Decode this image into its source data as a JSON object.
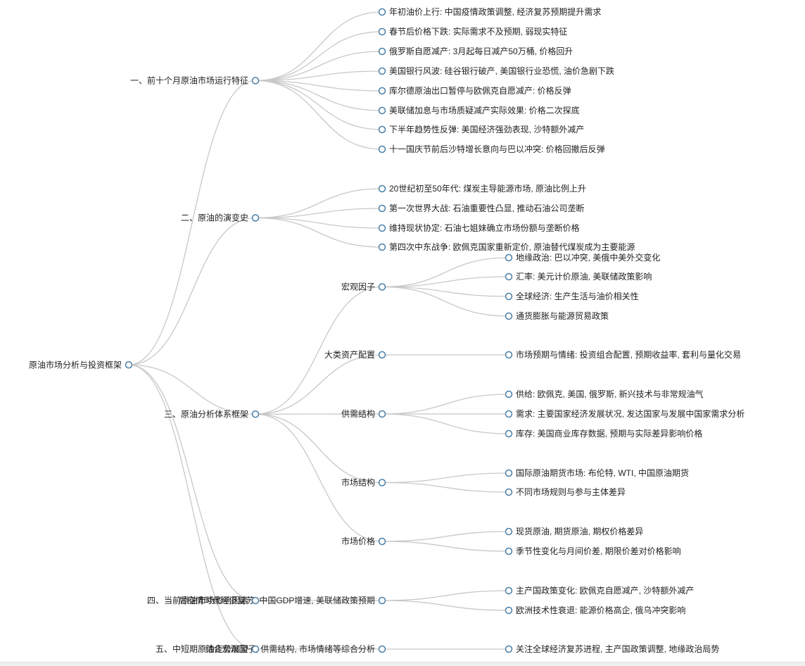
{
  "mindmap": {
    "root": {
      "label": "原油市场分析与投资框架",
      "children": [
        {
          "label": "一、前十个月原油市场运行特征",
          "children": [
            {
              "label": "年初油价上行: 中国疫情政策调整, 经济复苏预期提升需求"
            },
            {
              "label": "春节后价格下跌: 实际需求不及预期, 弱现实特征"
            },
            {
              "label": "俄罗斯自愿减产: 3月起每日减产50万桶, 价格回升"
            },
            {
              "label": "美国银行风波: 硅谷银行破产, 美国银行业恐慌, 油价急剧下跌"
            },
            {
              "label": "库尔德原油出口暂停与欧佩克自愿减产: 价格反弹"
            },
            {
              "label": "美联储加息与市场质疑减产实际效果: 价格二次探底"
            },
            {
              "label": "下半年趋势性反弹: 美国经济强劲表现, 沙特额外减产"
            },
            {
              "label": "十一国庆节前后沙特增长意向与巴以冲突: 价格回撤后反弹"
            }
          ]
        },
        {
          "label": "二、原油的演变史",
          "children": [
            {
              "label": "20世纪初至50年代: 煤炭主导能源市场, 原油比例上升"
            },
            {
              "label": "第一次世界大战: 石油重要性凸显, 推动石油公司垄断"
            },
            {
              "label": "维持现状协定: 石油七姐妹确立市场份额与垄断价格"
            },
            {
              "label": "第四次中东战争: 欧佩克国家重新定价, 原油替代煤炭成为主要能源"
            }
          ]
        },
        {
          "label": "三、原油分析体系框架",
          "children": [
            {
              "label": "宏观因子",
              "children": [
                {
                  "label": "地缘政治: 巴以冲突, 美俄中美外交变化"
                },
                {
                  "label": "汇率: 美元计价原油, 美联储政策影响"
                },
                {
                  "label": "全球经济: 生产生活与油价相关性"
                },
                {
                  "label": "通货膨胀与能源贸易政策"
                }
              ]
            },
            {
              "label": "大类资产配置",
              "children": [
                {
                  "label": "市场预期与情绪: 投资组合配置, 预期收益率, 套利与量化交易"
                }
              ]
            },
            {
              "label": "供需结构",
              "children": [
                {
                  "label": "供给: 欧佩克, 美国, 俄罗斯, 新兴技术与非常规油气"
                },
                {
                  "label": "需求: 主要国家经济发展状况, 发达国家与发展中国家需求分析"
                },
                {
                  "label": "库存: 美国商业库存数据, 预期与实际差异影响价格"
                }
              ]
            },
            {
              "label": "市场结构",
              "children": [
                {
                  "label": "国际原油期货市场: 布伦特, WTI, 中国原油期货"
                },
                {
                  "label": "不同市场规则与参与主体差异"
                }
              ]
            },
            {
              "label": "市场价格",
              "children": [
                {
                  "label": "现货原油, 期货原油, 期权价格差异"
                },
                {
                  "label": "季节性变化与月间价差, 期限价差对价格影响"
                }
              ]
            }
          ]
        },
        {
          "label": "四、当前原油市场影响因素",
          "children": [
            {
              "label": "后疫情时代经济复苏: 中国GDP增速, 美联储政策预期",
              "children": [
                {
                  "label": "主产国政策变化: 欧佩克自愿减产, 沙特额外减产"
                },
                {
                  "label": "欧洲技术性衰退: 能源价格高企, 俄乌冲突影响"
                }
              ]
            }
          ]
        },
        {
          "label": "五、中短期原油走势展望",
          "children": [
            {
              "label": "结合宏观因子, 供需结构, 市场情绪等综合分析",
              "children": [
                {
                  "label": "关注全球经济复苏进程, 主产国政策调整, 地缘政治局势"
                }
              ]
            }
          ]
        }
      ]
    }
  }
}
